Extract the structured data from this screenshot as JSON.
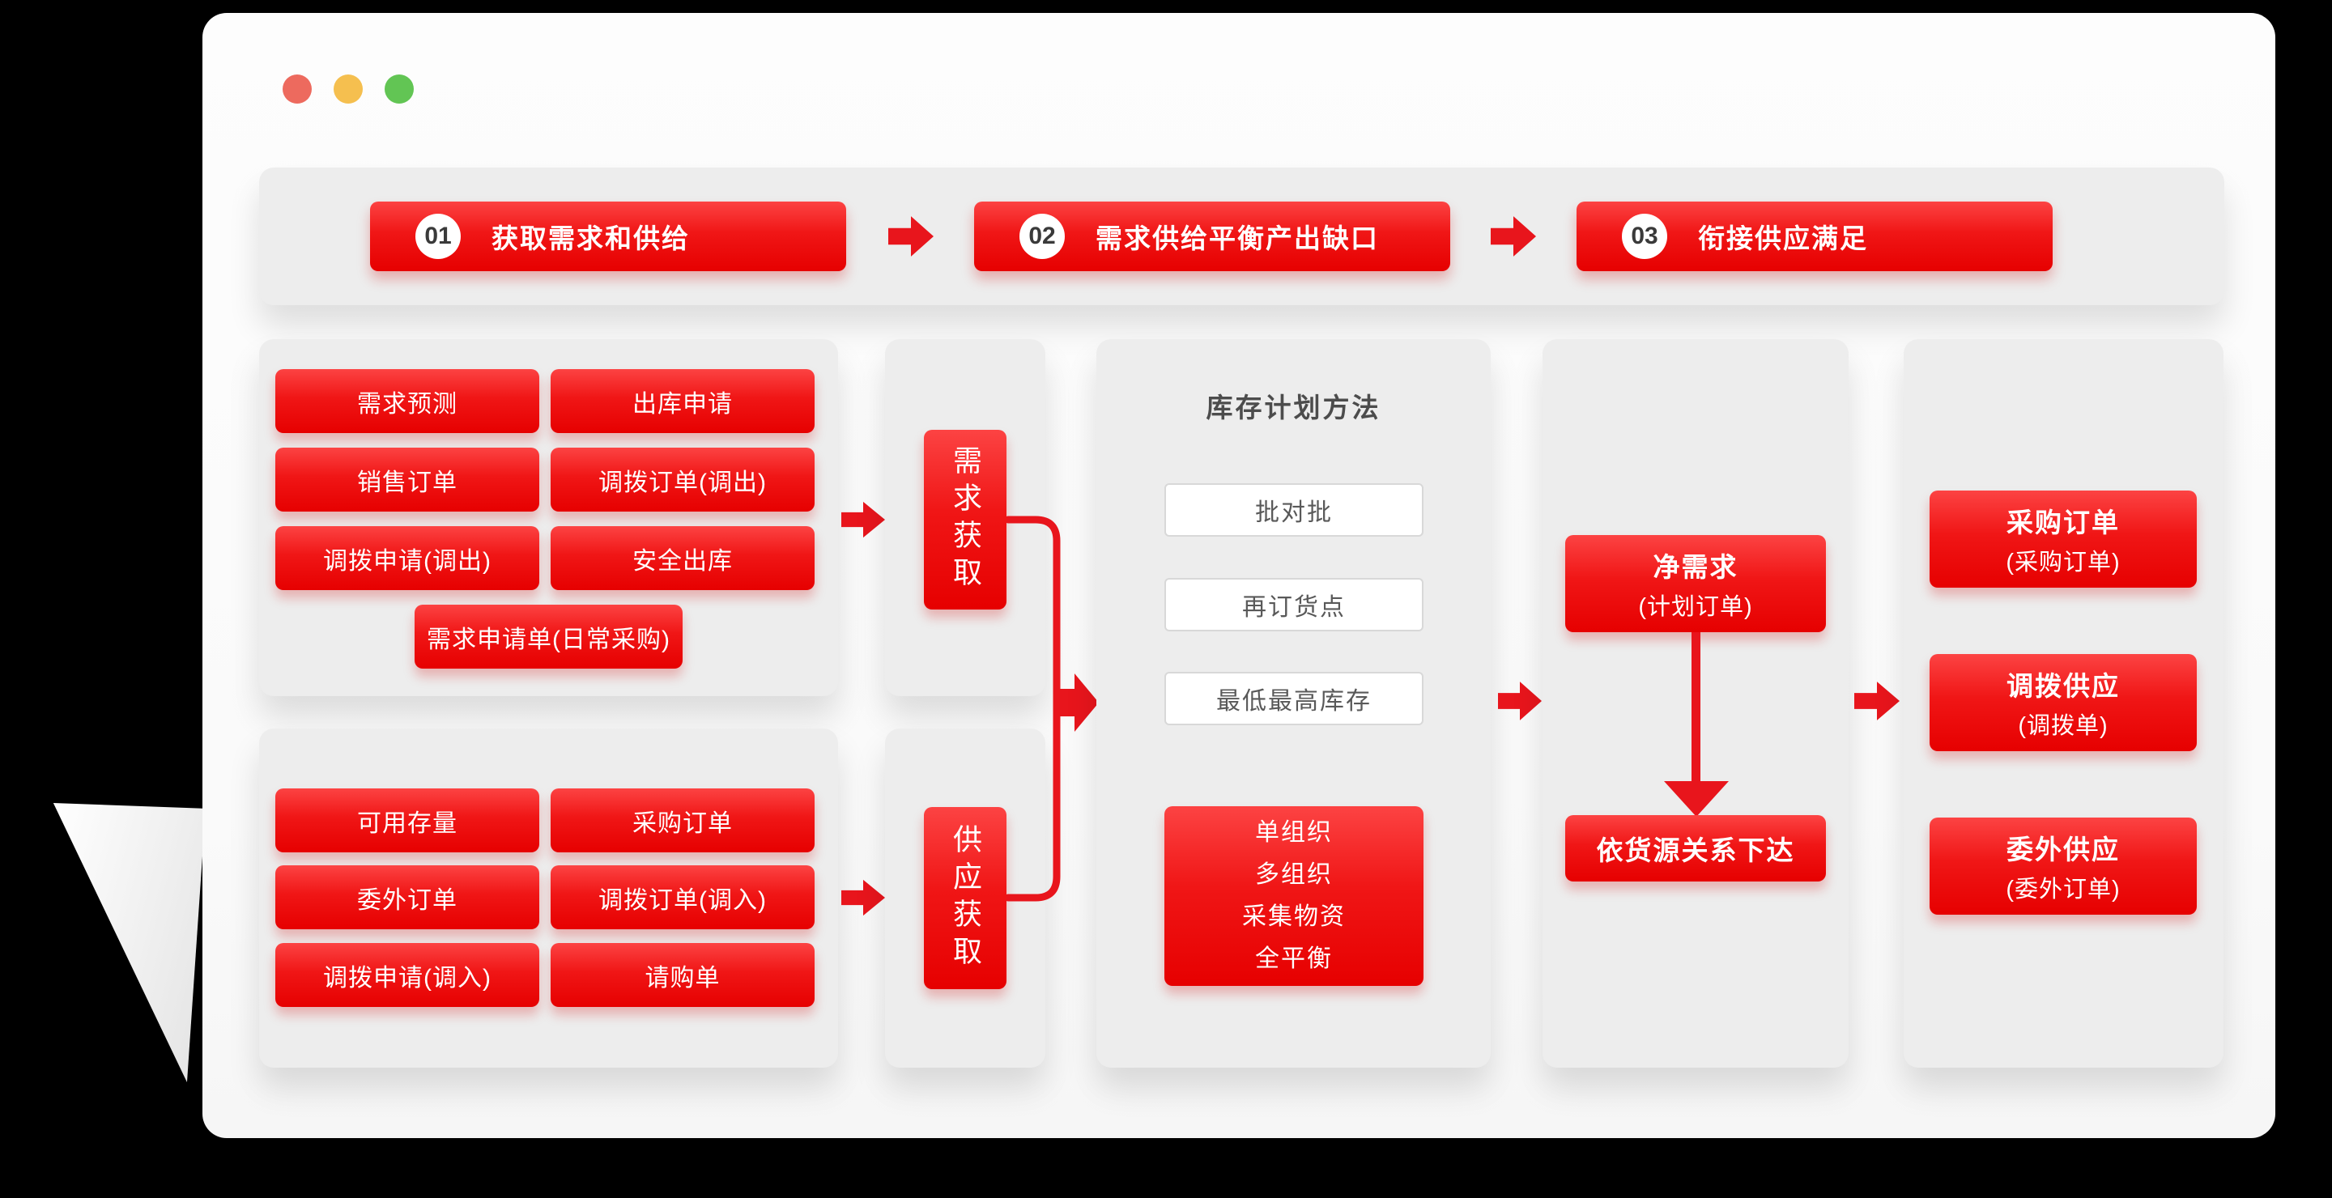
{
  "window": {
    "traffic_lights": {
      "close": "#ed6a5e",
      "minimize": "#f5bf4f",
      "zoom": "#62c554"
    }
  },
  "process_steps": [
    {
      "number": "01",
      "label": "获取需求和供给"
    },
    {
      "number": "02",
      "label": "需求供给平衡产出缺口"
    },
    {
      "number": "03",
      "label": "衔接供应满足"
    }
  ],
  "demand_sources": {
    "buttons": [
      "需求预测",
      "出库申请",
      "销售订单",
      "调拨订单(调出)",
      "调拨申请(调出)",
      "安全出库"
    ],
    "wide_button": "需求申请单(日常采购)"
  },
  "demand_acquisition": "需求获取",
  "supply_sources": {
    "buttons": [
      "可用存量",
      "采购订单",
      "委外订单",
      "调拨订单(调入)",
      "调拨申请(调入)",
      "请购单"
    ]
  },
  "supply_acquisition": "供应获取",
  "planning_methods": {
    "title": "库存计划方法",
    "methods": [
      "批对批",
      "再订货点",
      "最低最高库存"
    ],
    "scope": [
      "单组织",
      "多组织",
      "采集物资",
      "全平衡"
    ]
  },
  "net_requirement": {
    "title": "净需求",
    "subtitle": "(计划订单)",
    "release": "依货源关系下达"
  },
  "supply_fulfillment": [
    {
      "title": "采购订单",
      "subtitle": "(采购订单)"
    },
    {
      "title": "调拨供应",
      "subtitle": "(调拨单)"
    },
    {
      "title": "委外供应",
      "subtitle": "(委外订单)"
    }
  ],
  "colors": {
    "accent_red": "#e8151c",
    "button_red_top": "#fc4343",
    "button_red_bottom": "#e60000",
    "panel_gray": "#ededed",
    "window_bg": "#fbfbfb",
    "method_text": "#595959",
    "title_text": "#4c4c4c"
  }
}
